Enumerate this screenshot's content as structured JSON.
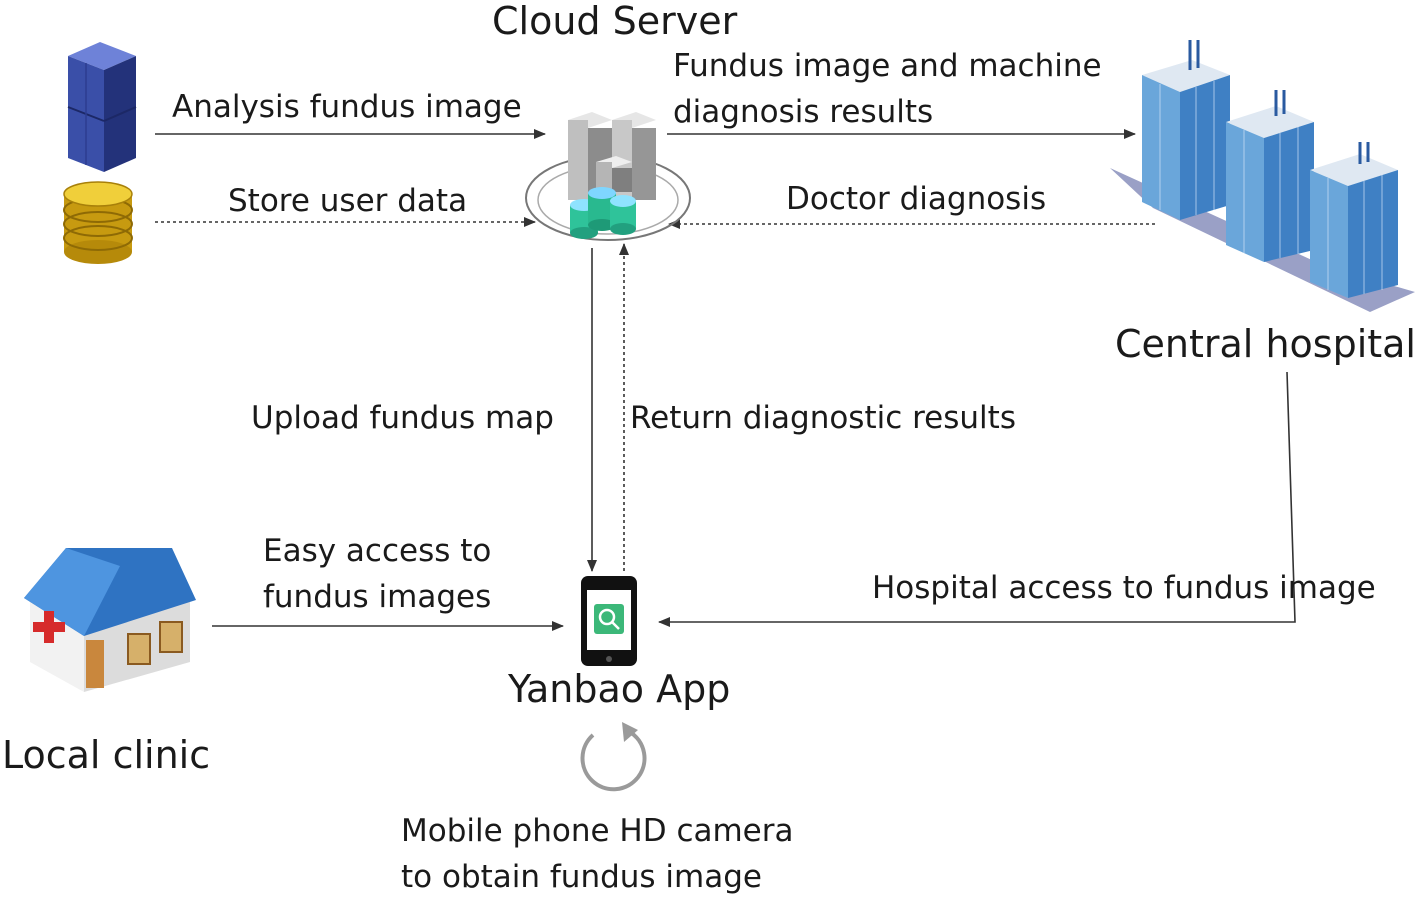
{
  "nodes": {
    "cloud_server": "Cloud Server",
    "central_hospital": "Central hospital",
    "local_clinic": "Local clinic",
    "yanbao_app": "Yanbao App"
  },
  "edges": {
    "analysis": "Analysis fundus image",
    "store": "Store user data",
    "fundus_results": [
      "Fundus image and machine",
      "diagnosis results"
    ],
    "doctor_diagnosis": "Doctor diagnosis",
    "upload": "Upload fundus map",
    "return_results": "Return diagnostic results",
    "easy_access": [
      "Easy access to",
      "fundus images"
    ],
    "hospital_access": "Hospital access to fundus image",
    "camera": [
      "Mobile phone HD camera",
      "to obtain fundus image"
    ]
  },
  "colors": {
    "line": "#333333",
    "server_blue": "#3a4fa8",
    "coin_gold": "#d8b21a",
    "building_blue": "#4a8fd0",
    "clinic_roof": "#2f73c2",
    "cross_red": "#d62b2b",
    "app_green": "#3cb879"
  }
}
